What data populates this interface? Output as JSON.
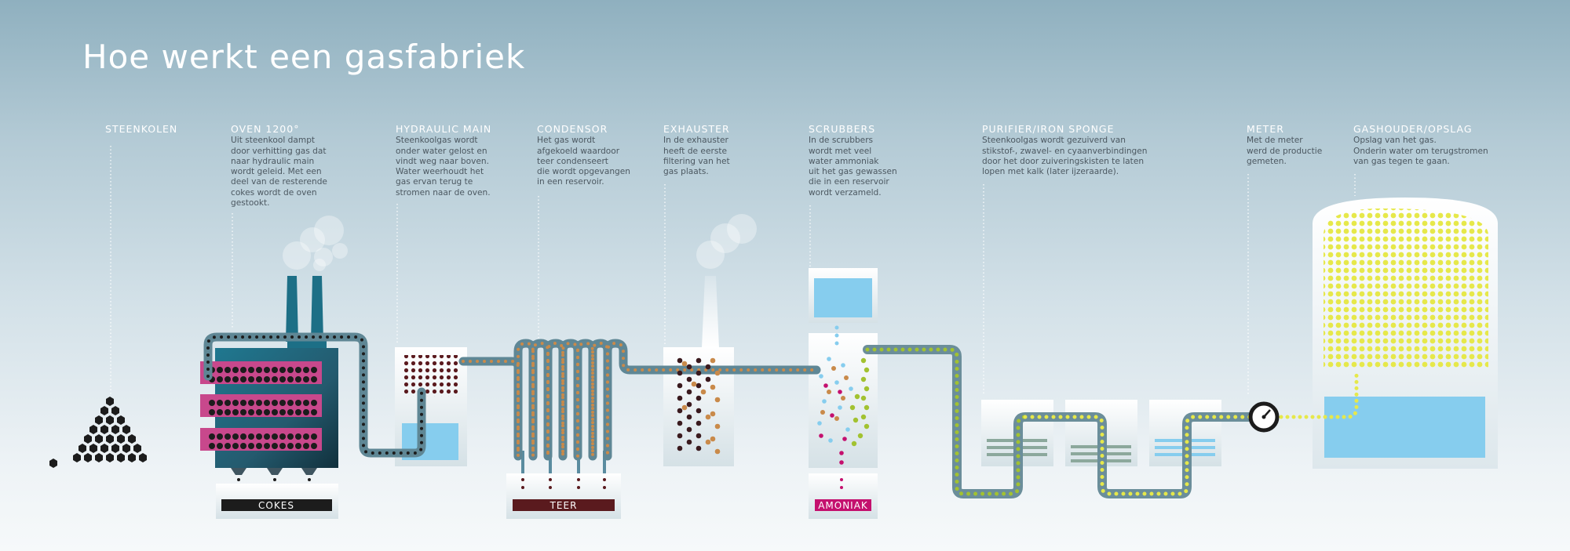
{
  "title": "Hoe werkt een gasfabriek",
  "stages": [
    {
      "id": "steenkolen",
      "title": "STEENKOLEN",
      "desc": ""
    },
    {
      "id": "oven",
      "title": "OVEN 1200°",
      "desc": "Uit steenkool dampt\ndoor verhitting gas dat\nnaar hydraulic main\nwordt geleid. Met een\ndeel van de resterende\ncokes wordt de oven\ngestookt."
    },
    {
      "id": "hydraulic-main",
      "title": "HYDRAULIC MAIN",
      "desc": "Steenkoolgas wordt\nonder water gelost en\nvindt weg naar boven.\nWater weerhoudt het\ngas ervan terug te\nstromen naar de oven."
    },
    {
      "id": "condensor",
      "title": "CONDENSOR",
      "desc": "Het gas wordt\nafgekoeld waardoor\nteer condenseert\ndie wordt opgevangen\nin een reservoir."
    },
    {
      "id": "exhauster",
      "title": "EXHAUSTER",
      "desc": "In de exhauster\nheeft de eerste\nfiltering van het\ngas plaats."
    },
    {
      "id": "scrubbers",
      "title": "SCRUBBERS",
      "desc": "In de scrubbers\nwordt met veel\nwater ammoniak\nuit het gas gewassen\ndie in een reservoir\nwordt verzameld."
    },
    {
      "id": "purifier",
      "title": "PURIFIER/IRON SPONGE",
      "desc": "Steenkoolgas wordt gezuiverd van\nstikstof-, zwavel- en cyaanverbindingen\ndoor het door zuiveringskisten te laten\nlopen met kalk (later ijzeraarde)."
    },
    {
      "id": "meter",
      "title": "METER",
      "desc": "Met de meter\nwerd de productie\ngemeten."
    },
    {
      "id": "gashouder",
      "title": "GASHOUDER/OPSLAG",
      "desc": "Opslag van het gas.\nOnderin water om terugstromen\nvan gas tegen te gaan."
    }
  ],
  "byproducts": {
    "cokes": "COKES",
    "teer": "TEER",
    "amoniak": "AMONIAK"
  },
  "colors": {
    "pipe": "#6b8e9a",
    "coal": "#1c1c1c",
    "oven": "#1d6f86",
    "retort": "#c8488c",
    "water": "#86cdee",
    "teer": "#5a1a1e",
    "amoniak": "#c4106e",
    "gas": "#e6e84a",
    "purifier": "#8ca89c",
    "condensor_dot": "#c98a4a",
    "scrubber_green": "#a2c230"
  }
}
